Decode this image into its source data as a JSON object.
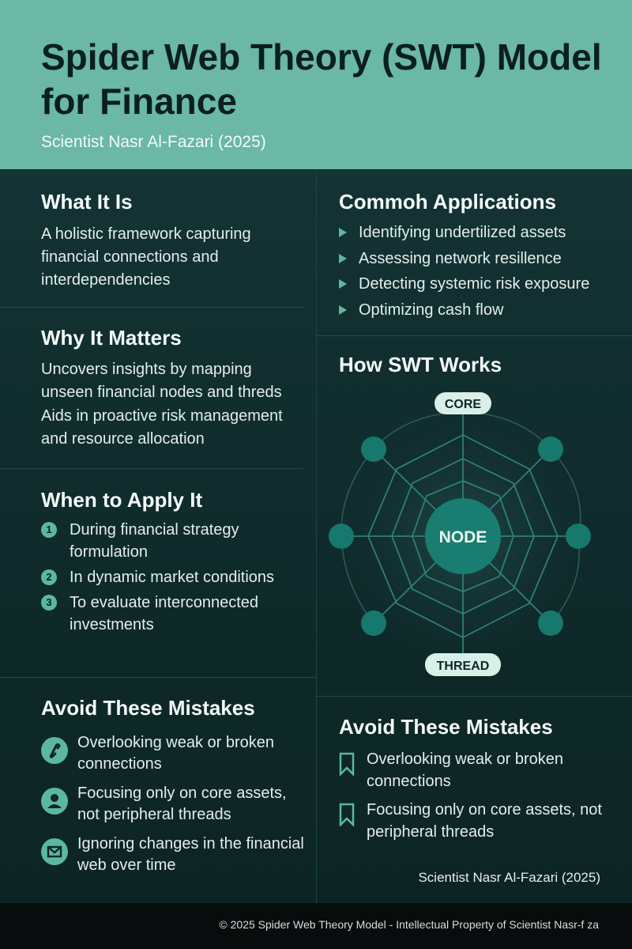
{
  "header": {
    "title": "Spider Web Theory (SWT) Model for Finance",
    "subtitle": "Scientist Nasr Al-Fazari (2025)"
  },
  "what_it_is": {
    "title": "What It Is",
    "text": "A holistic framework capturing financial connections and interdependencies"
  },
  "why_it_matters": {
    "title": "Why It Matters",
    "paragraphs": [
      "Uncovers insights by mapping unseen financial nodes and threds",
      "Aids in proactive risk management and resource allocation"
    ]
  },
  "when_to_apply": {
    "title": "When to Apply It",
    "items": [
      {
        "num": "1",
        "text": "During financial strategy formulation"
      },
      {
        "num": "2",
        "text": "In dynamic market conditions"
      },
      {
        "num": "3",
        "text": "To evaluate interconnected investments"
      }
    ]
  },
  "avoid_left": {
    "title": "Avoid  These Mistakes",
    "items": [
      {
        "icon": "broken-link-icon",
        "text": "Overlooking weak or broken connections"
      },
      {
        "icon": "person-icon",
        "text": "Focusing only on core assets, not peripheral threads"
      },
      {
        "icon": "envelope-icon",
        "text": "Ignoring changes in the financial web over time"
      }
    ]
  },
  "applications": {
    "title": "Commoh Applications",
    "items": [
      "Identifying undertilized assets",
      "Assessing network resillence",
      "Detecting systemic risk exposure",
      "Optimizing cash flow"
    ]
  },
  "how_it_works": {
    "title": "How SWT Works",
    "core_label": "CORE",
    "node_label": "NODE",
    "thread_label": "THREAD"
  },
  "avoid_right": {
    "title": "Avoid These Mistakes",
    "items": [
      "Overlooking weak or broken connections",
      "Focusing only on core assets, not peripheral threads"
    ]
  },
  "signature": "Scientist Nasr Al-Fazari (2025)",
  "footer": "© 2025 Spider Web Theory Model  - Intellectual Property of Scientist Nasr-f za",
  "colors": {
    "header_bg": "#6ab8a5",
    "body_bg": "#10292a",
    "accent": "#5cb7a0",
    "footer_bg": "#080c0c"
  }
}
